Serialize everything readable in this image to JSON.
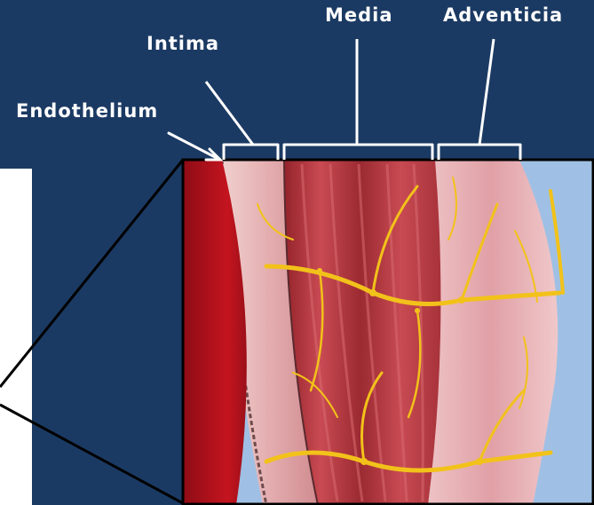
{
  "labels": {
    "endothelium": "Endothelium",
    "intima": "Intima",
    "media": "Media",
    "adventicia": "Adventicia"
  },
  "colors": {
    "background": "#1b3a63",
    "lumen": "#b0121e",
    "intima_tissue": "#e8b4b4",
    "media_tissue": "#b5343a",
    "adventicia_tissue": "#e3a7ad",
    "vessels": "#f2c21a",
    "outer_space": "#9fc0e4"
  }
}
